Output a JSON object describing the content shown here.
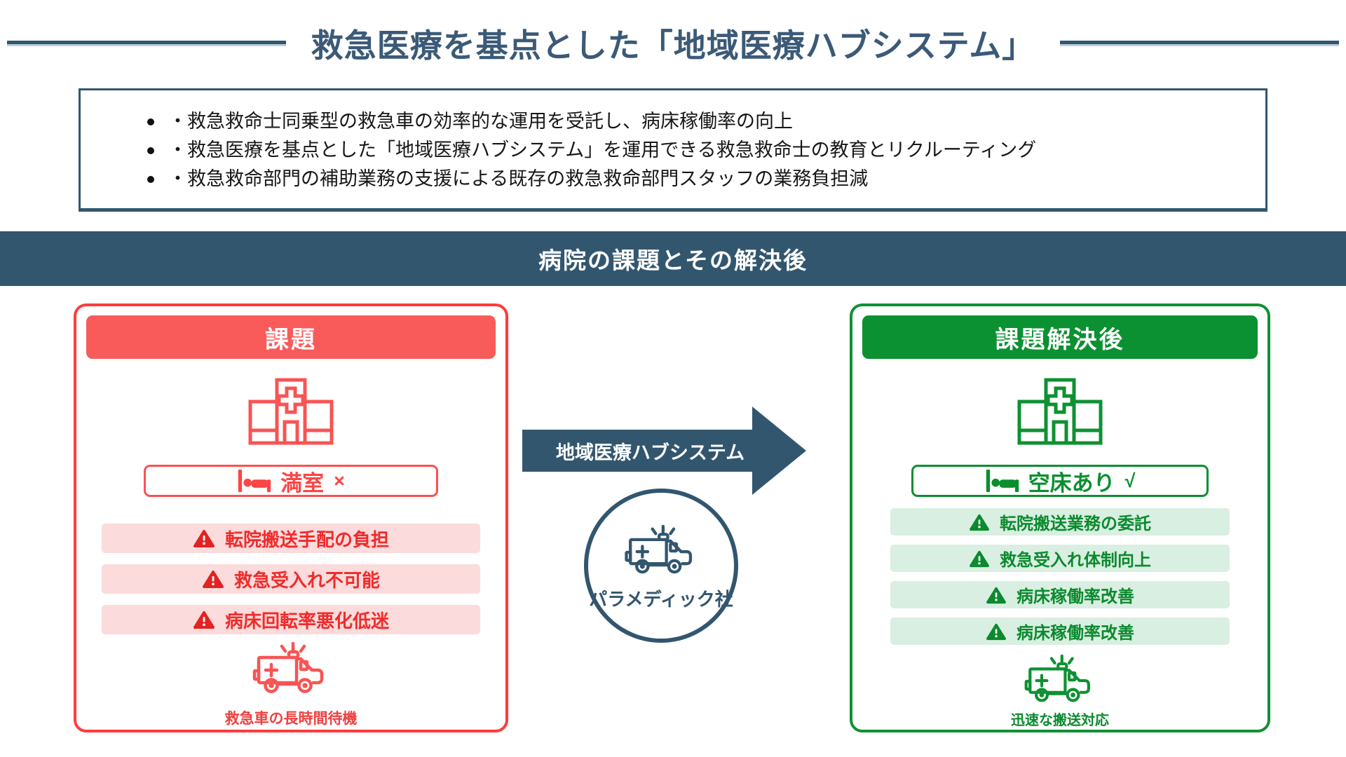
{
  "title": {
    "text": "救急医療を基点とした「地域医療ハブシステム」"
  },
  "summary_box": {
    "bullets": [
      "・救急救命士同乗型の救急車の効率的な運用を受託し、病床稼働率の向上",
      "・救急医療を基点とした「地域医療ハブシステム」を運用できる救急救命士の教育とリクルーティング",
      "・救急救命部門の補助業務の支援による既存の救急救命部門スタッフの業務負担減"
    ]
  },
  "banner": {
    "text": "病院の課題とその解決後"
  },
  "problem_card": {
    "header": "課題",
    "status_badge": {
      "icon": "bed-icon",
      "text": "満室",
      "mark": "×"
    },
    "issues": [
      "転院搬送手配の負担",
      "救急受入れ不可能",
      "病床回転率悪化低迷"
    ],
    "issue_icon": "warning-icon",
    "caption": "救急車の長時間待機"
  },
  "transition": {
    "arrow_icon": "arrow-right-icon",
    "arrow_label": "地域医療ハブシステム",
    "company": "パラメディック社",
    "company_icon": "ambulance-icon"
  },
  "solution_card": {
    "header": "課題解決後",
    "status_badge": {
      "icon": "bed-icon",
      "text": "空床あり",
      "mark": "√"
    },
    "benefits": [
      "転院搬送業務の委託",
      "救急受入れ体制向上",
      "病床稼働率改善",
      "病床稼働率改善"
    ],
    "benefit_icon": "warning-icon",
    "caption": "迅速な搬送対応"
  },
  "colors": {
    "dark_blue": "#33566F",
    "title_text": "#3B5A77",
    "red_border": "#FF3B3B",
    "red_header": "#F95B5B",
    "red_row_bg": "#FBDBDB",
    "red_text": "#F02B2B",
    "green_border": "#0F9132",
    "green_header": "#0B9132",
    "green_row_bg": "#D9EFE1",
    "green_text": "#0B8A2E"
  }
}
